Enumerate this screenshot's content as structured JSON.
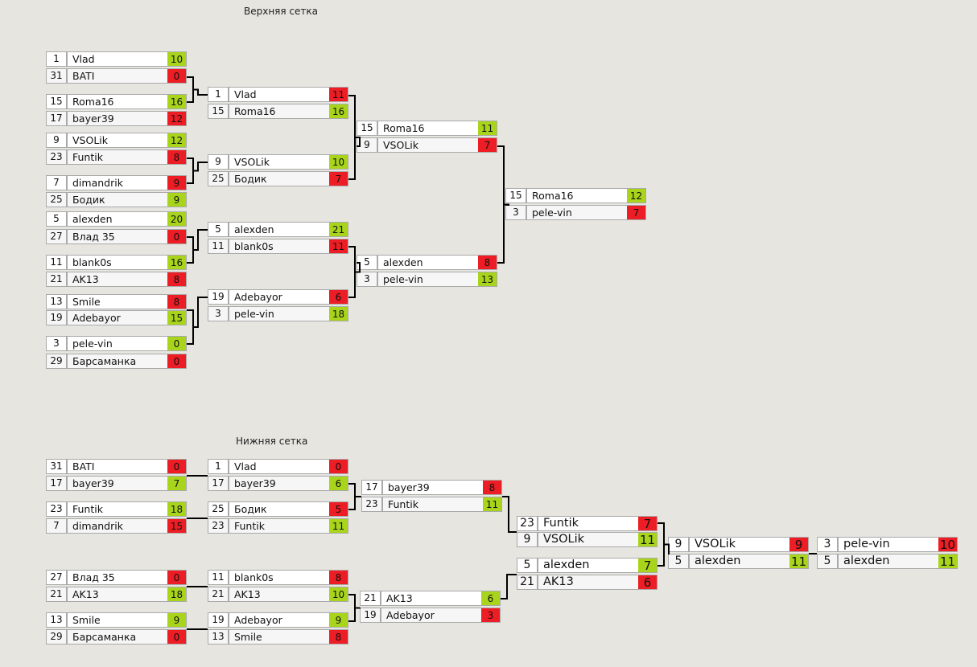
{
  "upper": {
    "title": "Верхняя сетка",
    "round1": [
      {
        "p1": {
          "seed": "1",
          "name": "Vlad",
          "score": "10",
          "result": "win"
        },
        "p2": {
          "seed": "31",
          "name": "BATI",
          "score": "0",
          "result": "loss"
        }
      },
      {
        "p1": {
          "seed": "15",
          "name": "Roma16",
          "score": "16",
          "result": "win"
        },
        "p2": {
          "seed": "17",
          "name": "bayer39",
          "score": "12",
          "result": "loss"
        }
      },
      {
        "p1": {
          "seed": "9",
          "name": "VSOLik",
          "score": "12",
          "result": "win"
        },
        "p2": {
          "seed": "23",
          "name": "Funtik",
          "score": "8",
          "result": "loss"
        }
      },
      {
        "p1": {
          "seed": "7",
          "name": "dimandrik",
          "score": "9",
          "result": "loss"
        },
        "p2": {
          "seed": "25",
          "name": "Бодик",
          "score": "9",
          "result": "win"
        }
      },
      {
        "p1": {
          "seed": "5",
          "name": "alexden",
          "score": "20",
          "result": "win"
        },
        "p2": {
          "seed": "27",
          "name": "Влад 35",
          "score": "0",
          "result": "loss"
        }
      },
      {
        "p1": {
          "seed": "11",
          "name": "blank0s",
          "score": "16",
          "result": "win"
        },
        "p2": {
          "seed": "21",
          "name": "AK13",
          "score": "8",
          "result": "loss"
        }
      },
      {
        "p1": {
          "seed": "13",
          "name": "Smile",
          "score": "8",
          "result": "loss"
        },
        "p2": {
          "seed": "19",
          "name": "Adebayor",
          "score": "15",
          "result": "win"
        }
      },
      {
        "p1": {
          "seed": "3",
          "name": "pele-vin",
          "score": "0",
          "result": "win"
        },
        "p2": {
          "seed": "29",
          "name": "Барсаманка",
          "score": "0",
          "result": "loss"
        }
      }
    ],
    "round2": [
      {
        "p1": {
          "seed": "1",
          "name": "Vlad",
          "score": "11",
          "result": "loss"
        },
        "p2": {
          "seed": "15",
          "name": "Roma16",
          "score": "16",
          "result": "win"
        }
      },
      {
        "p1": {
          "seed": "9",
          "name": "VSOLik",
          "score": "10",
          "result": "win"
        },
        "p2": {
          "seed": "25",
          "name": "Бодик",
          "score": "7",
          "result": "loss"
        }
      },
      {
        "p1": {
          "seed": "5",
          "name": "alexden",
          "score": "21",
          "result": "win"
        },
        "p2": {
          "seed": "11",
          "name": "blank0s",
          "score": "11",
          "result": "loss"
        }
      },
      {
        "p1": {
          "seed": "19",
          "name": "Adebayor",
          "score": "6",
          "result": "loss"
        },
        "p2": {
          "seed": "3",
          "name": "pele-vin",
          "score": "18",
          "result": "win"
        }
      }
    ],
    "round3": [
      {
        "p1": {
          "seed": "15",
          "name": "Roma16",
          "score": "11",
          "result": "win"
        },
        "p2": {
          "seed": "9",
          "name": "VSOLik",
          "score": "7",
          "result": "loss"
        }
      },
      {
        "p1": {
          "seed": "5",
          "name": "alexden",
          "score": "8",
          "result": "loss"
        },
        "p2": {
          "seed": "3",
          "name": "pele-vin",
          "score": "13",
          "result": "win"
        }
      }
    ],
    "final": [
      {
        "p1": {
          "seed": "15",
          "name": "Roma16",
          "score": "12",
          "result": "win"
        },
        "p2": {
          "seed": "3",
          "name": "pele-vin",
          "score": "7",
          "result": "loss"
        }
      }
    ]
  },
  "lower": {
    "title": "Нижняя сетка",
    "round1": [
      {
        "p1": {
          "seed": "31",
          "name": "BATI",
          "score": "0",
          "result": "loss"
        },
        "p2": {
          "seed": "17",
          "name": "bayer39",
          "score": "7",
          "result": "win"
        }
      },
      {
        "p1": {
          "seed": "23",
          "name": "Funtik",
          "score": "18",
          "result": "win"
        },
        "p2": {
          "seed": "7",
          "name": "dimandrik",
          "score": "15",
          "result": "loss"
        }
      },
      {
        "p1": {
          "seed": "27",
          "name": "Влад 35",
          "score": "0",
          "result": "loss"
        },
        "p2": {
          "seed": "21",
          "name": "AK13",
          "score": "18",
          "result": "win"
        }
      },
      {
        "p1": {
          "seed": "13",
          "name": "Smile",
          "score": "9",
          "result": "win"
        },
        "p2": {
          "seed": "29",
          "name": "Барсаманка",
          "score": "0",
          "result": "loss"
        }
      }
    ],
    "round2": [
      {
        "p1": {
          "seed": "1",
          "name": "Vlad",
          "score": "0",
          "result": "loss"
        },
        "p2": {
          "seed": "17",
          "name": "bayer39",
          "score": "6",
          "result": "win"
        }
      },
      {
        "p1": {
          "seed": "25",
          "name": "Бодик",
          "score": "5",
          "result": "loss"
        },
        "p2": {
          "seed": "23",
          "name": "Funtik",
          "score": "11",
          "result": "win"
        }
      },
      {
        "p1": {
          "seed": "11",
          "name": "blank0s",
          "score": "8",
          "result": "loss"
        },
        "p2": {
          "seed": "21",
          "name": "AK13",
          "score": "10",
          "result": "win"
        }
      },
      {
        "p1": {
          "seed": "19",
          "name": "Adebayor",
          "score": "9",
          "result": "win"
        },
        "p2": {
          "seed": "13",
          "name": "Smile",
          "score": "8",
          "result": "loss"
        }
      }
    ],
    "round3": [
      {
        "p1": {
          "seed": "17",
          "name": "bayer39",
          "score": "8",
          "result": "loss"
        },
        "p2": {
          "seed": "23",
          "name": "Funtik",
          "score": "11",
          "result": "win"
        }
      },
      {
        "p1": {
          "seed": "21",
          "name": "AK13",
          "score": "6",
          "result": "win"
        },
        "p2": {
          "seed": "19",
          "name": "Adebayor",
          "score": "3",
          "result": "loss"
        }
      }
    ],
    "round4": [
      {
        "p1": {
          "seed": "23",
          "name": "Funtik",
          "score": "7",
          "result": "loss"
        },
        "p2": {
          "seed": "9",
          "name": "VSOLik",
          "score": "11",
          "result": "win"
        }
      },
      {
        "p1": {
          "seed": "5",
          "name": "alexden",
          "score": "7",
          "result": "win"
        },
        "p2": {
          "seed": "21",
          "name": "AK13",
          "score": "6",
          "result": "loss"
        }
      }
    ],
    "round5": [
      {
        "p1": {
          "seed": "9",
          "name": "VSOLik",
          "score": "9",
          "result": "loss"
        },
        "p2": {
          "seed": "5",
          "name": "alexden",
          "score": "11",
          "result": "win"
        }
      }
    ],
    "final": [
      {
        "p1": {
          "seed": "3",
          "name": "pele-vin",
          "score": "10",
          "result": "loss"
        },
        "p2": {
          "seed": "5",
          "name": "alexden",
          "score": "11",
          "result": "win"
        }
      }
    ]
  },
  "colors": {
    "win": "#a8d51c",
    "loss": "#ec1d24",
    "background": "#e6e5e0"
  }
}
